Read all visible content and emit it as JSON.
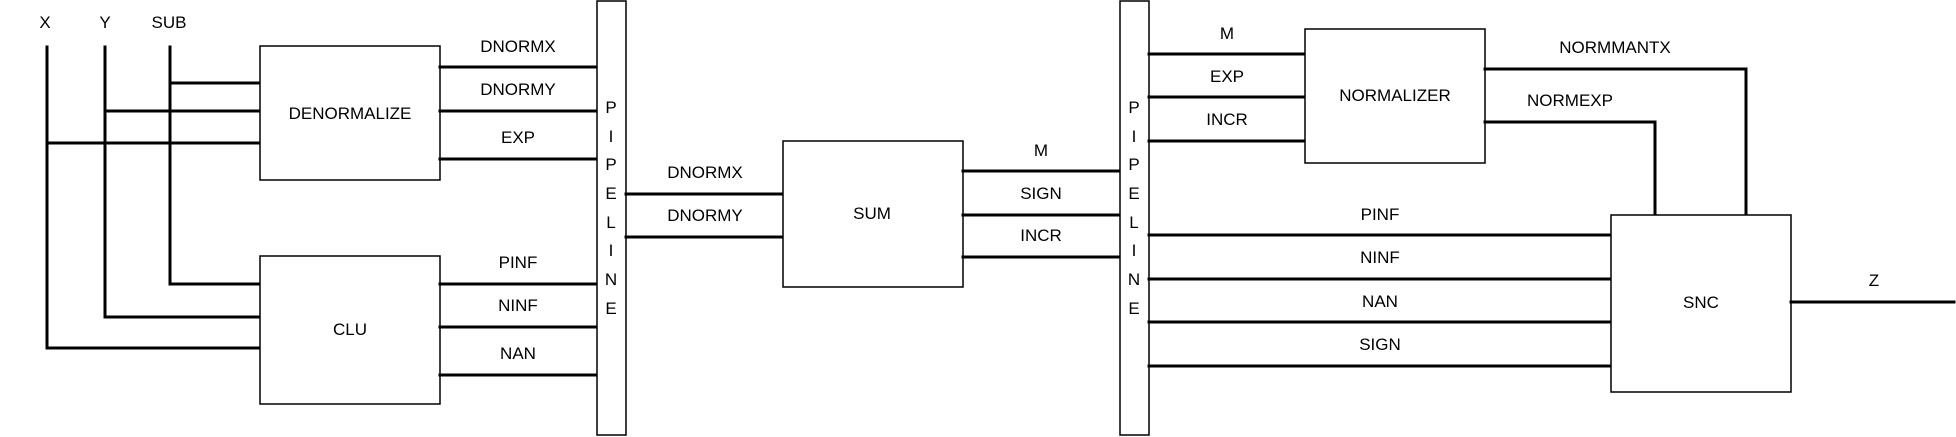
{
  "inputs": {
    "x": "X",
    "y": "Y",
    "sub": "SUB"
  },
  "output": {
    "z": "Z"
  },
  "blocks": {
    "denormalize": "DENORMALIZE",
    "clu": "CLU",
    "sum": "SUM",
    "normalizer": "NORMALIZER",
    "snc": "SNC"
  },
  "pipeline1": {
    "letters": [
      "P",
      "I",
      "P",
      "E",
      "L",
      "I",
      "N",
      "E"
    ]
  },
  "pipeline2": {
    "letters": [
      "P",
      "I",
      "P",
      "E",
      "L",
      "I",
      "N",
      "E"
    ]
  },
  "signals": {
    "denorm_dnormx": "DNORMX",
    "denorm_dnormy": "DNORMY",
    "denorm_exp": "EXP",
    "clu_pinf": "PINF",
    "clu_ninf": "NINF",
    "clu_nan": "NAN",
    "sum_in_dnormx": "DNORMX",
    "sum_in_dnormy": "DNORMY",
    "sum_m": "M",
    "sum_sign": "SIGN",
    "sum_incr": "INCR",
    "norm_m": "M",
    "norm_exp": "EXP",
    "norm_incr": "INCR",
    "normmantx": "NORMMANTX",
    "normexp": "NORMEXP",
    "snc_pinf": "PINF",
    "snc_ninf": "NINF",
    "snc_nan": "NAN",
    "snc_sign": "SIGN"
  }
}
